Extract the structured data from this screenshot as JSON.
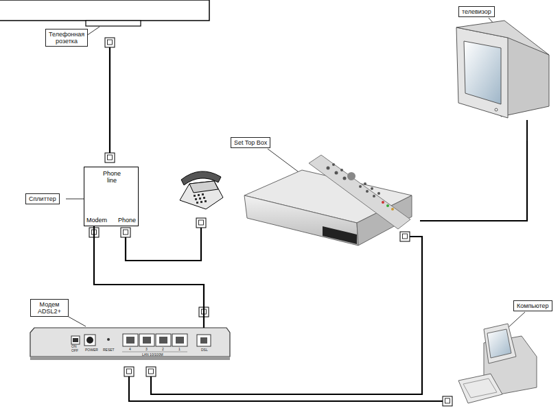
{
  "diagram": {
    "nodes": [
      {
        "text": [
          "Телефонная розетка"
        ]
      },
      {
        "text": [
          "телевизор"
        ]
      },
      {
        "text": [
          "Set Top Box"
        ]
      },
      {
        "text": [
          "Phone line",
          "Modem",
          "Phone"
        ]
      },
      {
        "text": [
          "Сплиттер"
        ]
      },
      {
        "text": [
          "Модем ADSL2+"
        ]
      },
      {
        "text": [
          "ON",
          "OFF",
          "POWER",
          "RESET",
          "4",
          "3",
          "2",
          "1",
          "LAN 10/100M",
          "DSL"
        ]
      },
      {
        "text": [
          "Компьютер"
        ]
      }
    ],
    "edges": [
      {
        "from": 3,
        "to": 6,
        "arrow": "none"
      }
    ]
  }
}
